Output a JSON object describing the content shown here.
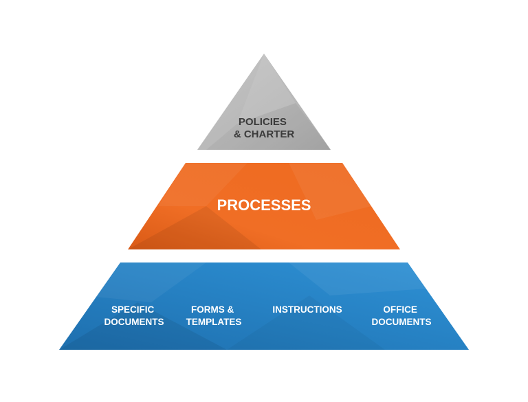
{
  "pyramid": {
    "top": {
      "lines": [
        "POLICIES",
        "& CHARTER"
      ],
      "fill": "#b9b9b9",
      "text_color": "#3a3a3a"
    },
    "middle": {
      "label": "PROCESSES",
      "fill": "#ef6a21",
      "text_color": "#ffffff"
    },
    "bottom": {
      "fill": "#2a86c8",
      "text_color": "#ffffff",
      "items": [
        {
          "lines": [
            "SPECIFIC",
            "DOCUMENTS"
          ]
        },
        {
          "lines": [
            "FORMS &",
            "TEMPLATES"
          ]
        },
        {
          "lines": [
            "INSTRUCTIONS"
          ]
        },
        {
          "lines": [
            "OFFICE",
            "DOCUMENTS"
          ]
        }
      ]
    }
  }
}
